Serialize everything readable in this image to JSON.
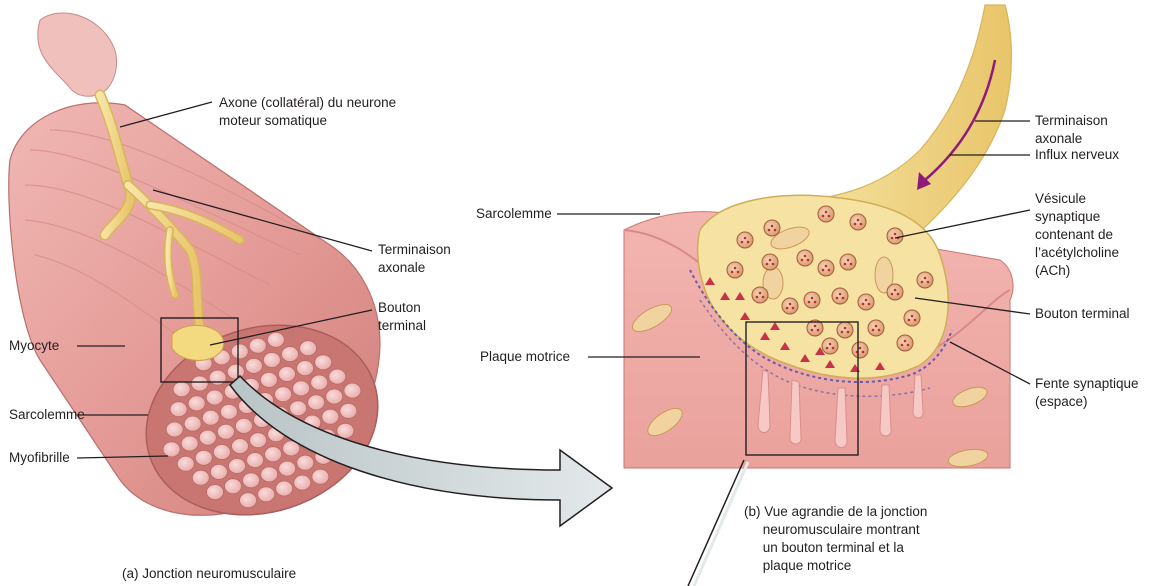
{
  "labels": {
    "axone": "Axone (collatéral) du neurone\nmoteur somatique",
    "terminaison_a": "Terminaison\naxonale",
    "bouton_a": "Bouton\nterminal",
    "myocyte": "Myocyte",
    "sarcolemme_a": "Sarcolemme",
    "myofibrille": "Myofibrille",
    "sarcolemme_b": "Sarcolemme",
    "plaque": "Plaque motrice",
    "terminaison_b": "Terminaison\naxonale",
    "influx": "Influx nerveux",
    "vesicule": "Vésicule\nsynaptique\ncontenant de\nl’acétylcholine\n(ACh)",
    "bouton_b": "Bouton terminal",
    "fente": "Fente synaptique\n(espace)"
  },
  "captions": {
    "a": "(a) Jonction neuromusculaire",
    "b": "(b) Vue agrandie de la jonction\n     neuromusculaire montrant\n     un bouton terminal et la\n     plaque motrice"
  },
  "colors": {
    "muscle": "#e8a3a0",
    "muscle_dark": "#c97673",
    "fibre": "#f2c4c2",
    "nerve": "#f3dc93",
    "nerve_dark": "#d9b55a",
    "vesicle": "#c45a3a",
    "arrow": "#8e1b7a",
    "leader": "#231f20"
  }
}
